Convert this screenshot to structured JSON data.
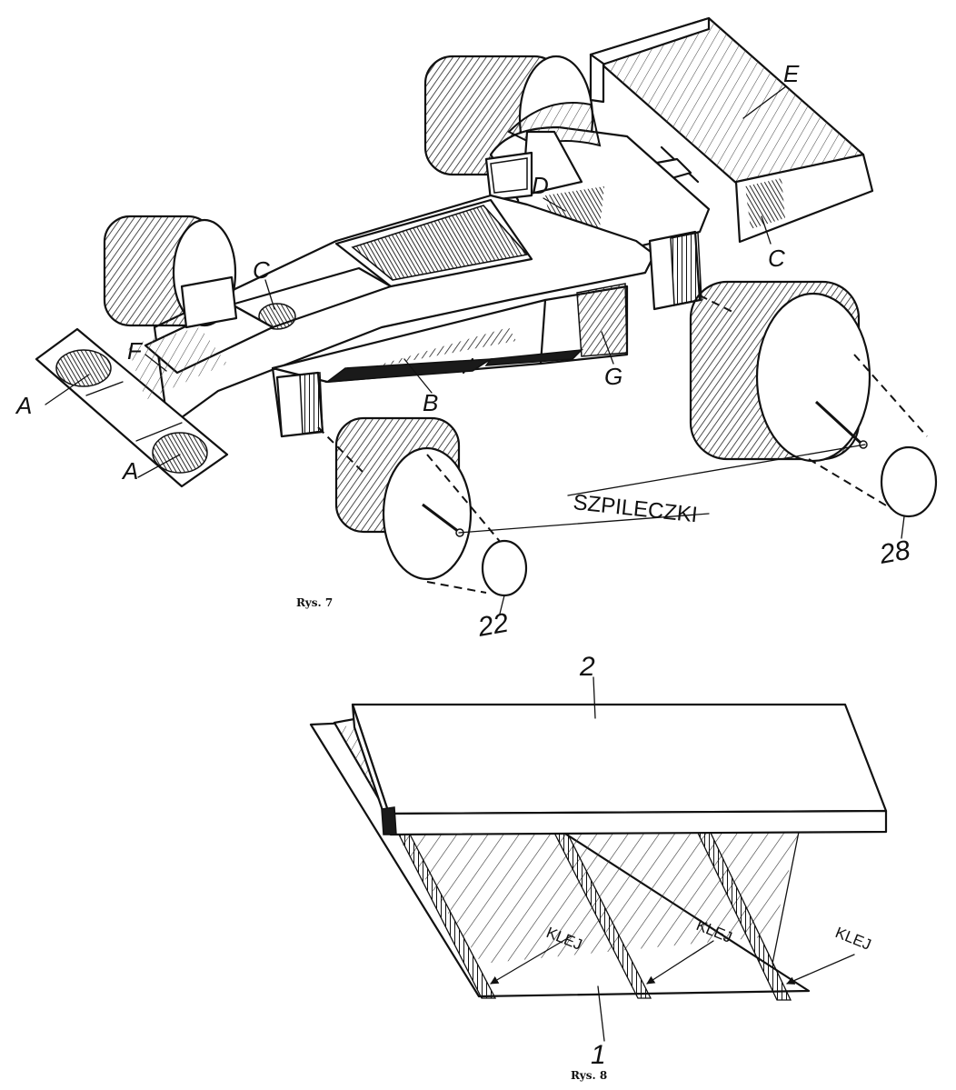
{
  "figure1": {
    "caption": "Rys. 7",
    "labels": {
      "a1": "A",
      "a2": "A",
      "b": "B",
      "c1": "C",
      "c2": "C",
      "d": "D",
      "e": "E",
      "f": "F",
      "g": "G",
      "szpileczki": "SZPILECZKI",
      "n22": "22",
      "n28": "28"
    }
  },
  "figure2": {
    "caption": "Rys. 8",
    "labels": {
      "n1": "1",
      "n2": "2",
      "klej1": "KLEJ",
      "klej2": "KLEJ",
      "klej3": "KLEJ"
    }
  }
}
